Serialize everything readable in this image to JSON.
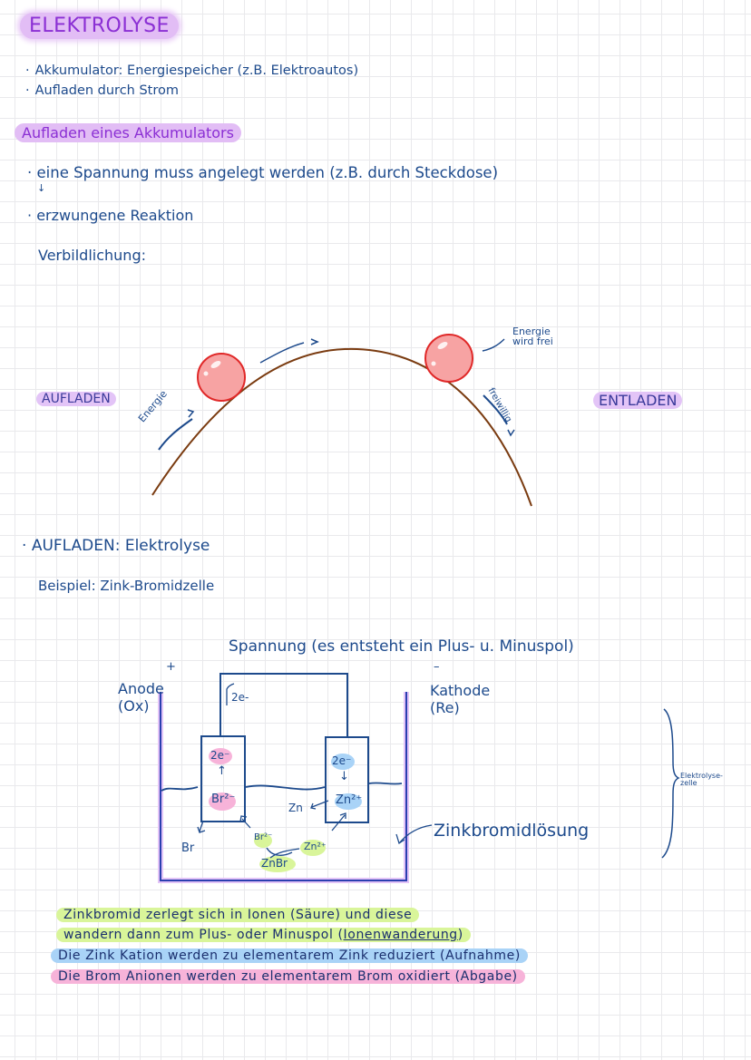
{
  "title": "ELEKTROLYSE",
  "intro_bullets": [
    "Akkumulator: Energiespeicher (z.B. Elektroautos)",
    "Aufladen durch Strom"
  ],
  "section1": {
    "heading": "Aufladen eines Akkumulators",
    "bullets": [
      "eine Spannung muss angelegt werden (z.B. durch Steckdose)",
      "erzwungene Reaktion"
    ],
    "arrow_glyph": "↓",
    "visual_label": "Verbildlichung:"
  },
  "energy_diagram": {
    "left_label": "AUFLADEN",
    "right_label": "ENTLADEN",
    "left_arrow_label": "Energie",
    "right_top_label_line1": "Energie",
    "right_top_label_line2": "wird frei",
    "right_arrow_label": "freiwillig",
    "colors": {
      "curve": "#7a3b10",
      "ball": "#f59a9a",
      "ball_outline": "#e02828",
      "annotation": "#1d4a8c"
    }
  },
  "section2": {
    "heading": "AUFLADEN: Elektrolyse",
    "example": "Beispiel: Zink-Bromidzelle"
  },
  "cell_diagram": {
    "voltage_label": "Spannung (es entsteht ein Plus- u. Minuspol)",
    "plus": "+",
    "minus": "–",
    "anode_line1": "Anode",
    "anode_line2": "(Ox)",
    "cathode_line1": "Kathode",
    "cathode_line2": "(Re)",
    "wire_electrons": "2e-",
    "left_electrode": {
      "top": "2e⁻",
      "arrow": "↑",
      "ion": "Br²⁻"
    },
    "right_electrode": {
      "top": "2e⁻",
      "arrow": "↓",
      "ion": "Zn²⁺"
    },
    "zn_label": "Zn",
    "br_label": "Br",
    "br_ion": "Br²⁻",
    "zn_ion": "Zn²⁺",
    "salt": "ZnBr",
    "solution_label": "Zinkbromidlösung",
    "cell_label_line1": "Elektrolyse-",
    "cell_label_line2": "zelle"
  },
  "summary": [
    {
      "text": "Zinkbromid zerlegt sich in Ionen (Säure) und diese",
      "color": "green"
    },
    {
      "text_before": "wandern dann zum Plus- oder Minuspol (",
      "underlined": "Ionenwanderung",
      "text_after": ")",
      "color": "green"
    },
    {
      "text": "Die Zink Kation werden zu elementarem Zink reduziert (Aufnahme)",
      "color": "blue"
    },
    {
      "text": "Die Brom Anionen werden zu elementarem Brom oxidiert (Abgabe)",
      "color": "pink"
    }
  ],
  "highlight_colors": {
    "purple": "#e2bdf5",
    "green": "#d9f59a",
    "blue": "#a9d3f7",
    "pink": "#f7b3d9"
  }
}
